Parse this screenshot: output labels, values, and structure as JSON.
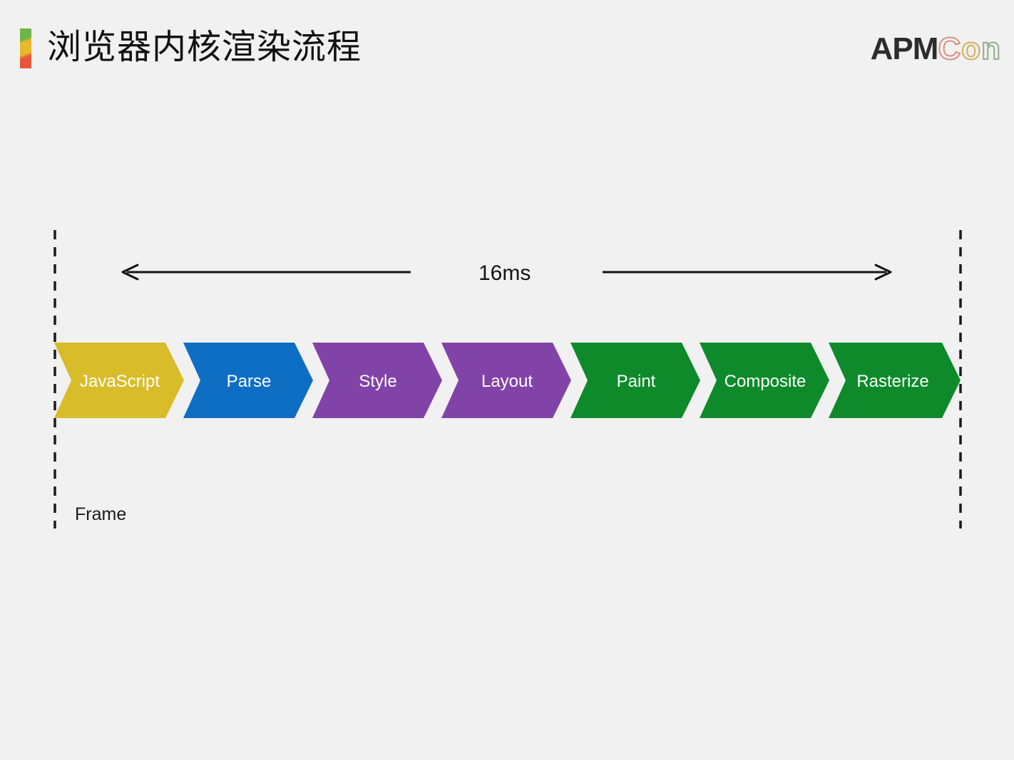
{
  "slide": {
    "title": "浏览器内核渲染流程",
    "background_color": "#f1f1f1",
    "accent_bar_colors": [
      "#6fb548",
      "#e8b92a",
      "#e8563a"
    ]
  },
  "logo": {
    "part1": "APM",
    "part2_letters": [
      "C",
      "o",
      "n"
    ],
    "part1_color": "#2c2c2c",
    "part2_colors": [
      "#d88f7e",
      "#cdb05a",
      "#94ab8f"
    ]
  },
  "diagram": {
    "frame_label": "Frame",
    "duration_label": "16ms",
    "frame_boundary_color": "#1a1a1a",
    "arrow_color": "#141414",
    "pipeline": [
      {
        "label": "JavaScript",
        "color": "#d9bc2a"
      },
      {
        "label": "Parse",
        "color": "#0e6ec4"
      },
      {
        "label": "Style",
        "color": "#8243a8"
      },
      {
        "label": "Layout",
        "color": "#8243a8"
      },
      {
        "label": "Paint",
        "color": "#0e8a2b"
      },
      {
        "label": "Composite",
        "color": "#0e8a2b"
      },
      {
        "label": "Rasterize",
        "color": "#0e8a2b"
      }
    ]
  }
}
